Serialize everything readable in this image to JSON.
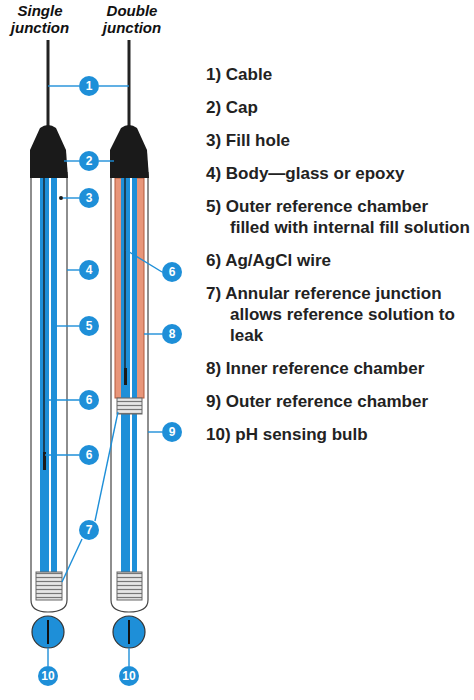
{
  "diagram": {
    "labels": [
      "Single junction",
      "Double junction",
      "1",
      "2",
      "3",
      "4",
      "5",
      "6",
      "8",
      "6",
      "9",
      "6",
      "7",
      "10",
      "10",
      "1) Cable",
      "2) Cap",
      "3) Fill hole",
      "4) Body—glass or epoxy",
      "5) Outer reference chamber filled with internal fill solution",
      "6) Ag/AgCl wire",
      "7) Annular reference junction allows reference solution to leak",
      "8) Inner reference chamber",
      "9) Outer reference chamber",
      "10) pH sensing bulb"
    ]
  }
}
